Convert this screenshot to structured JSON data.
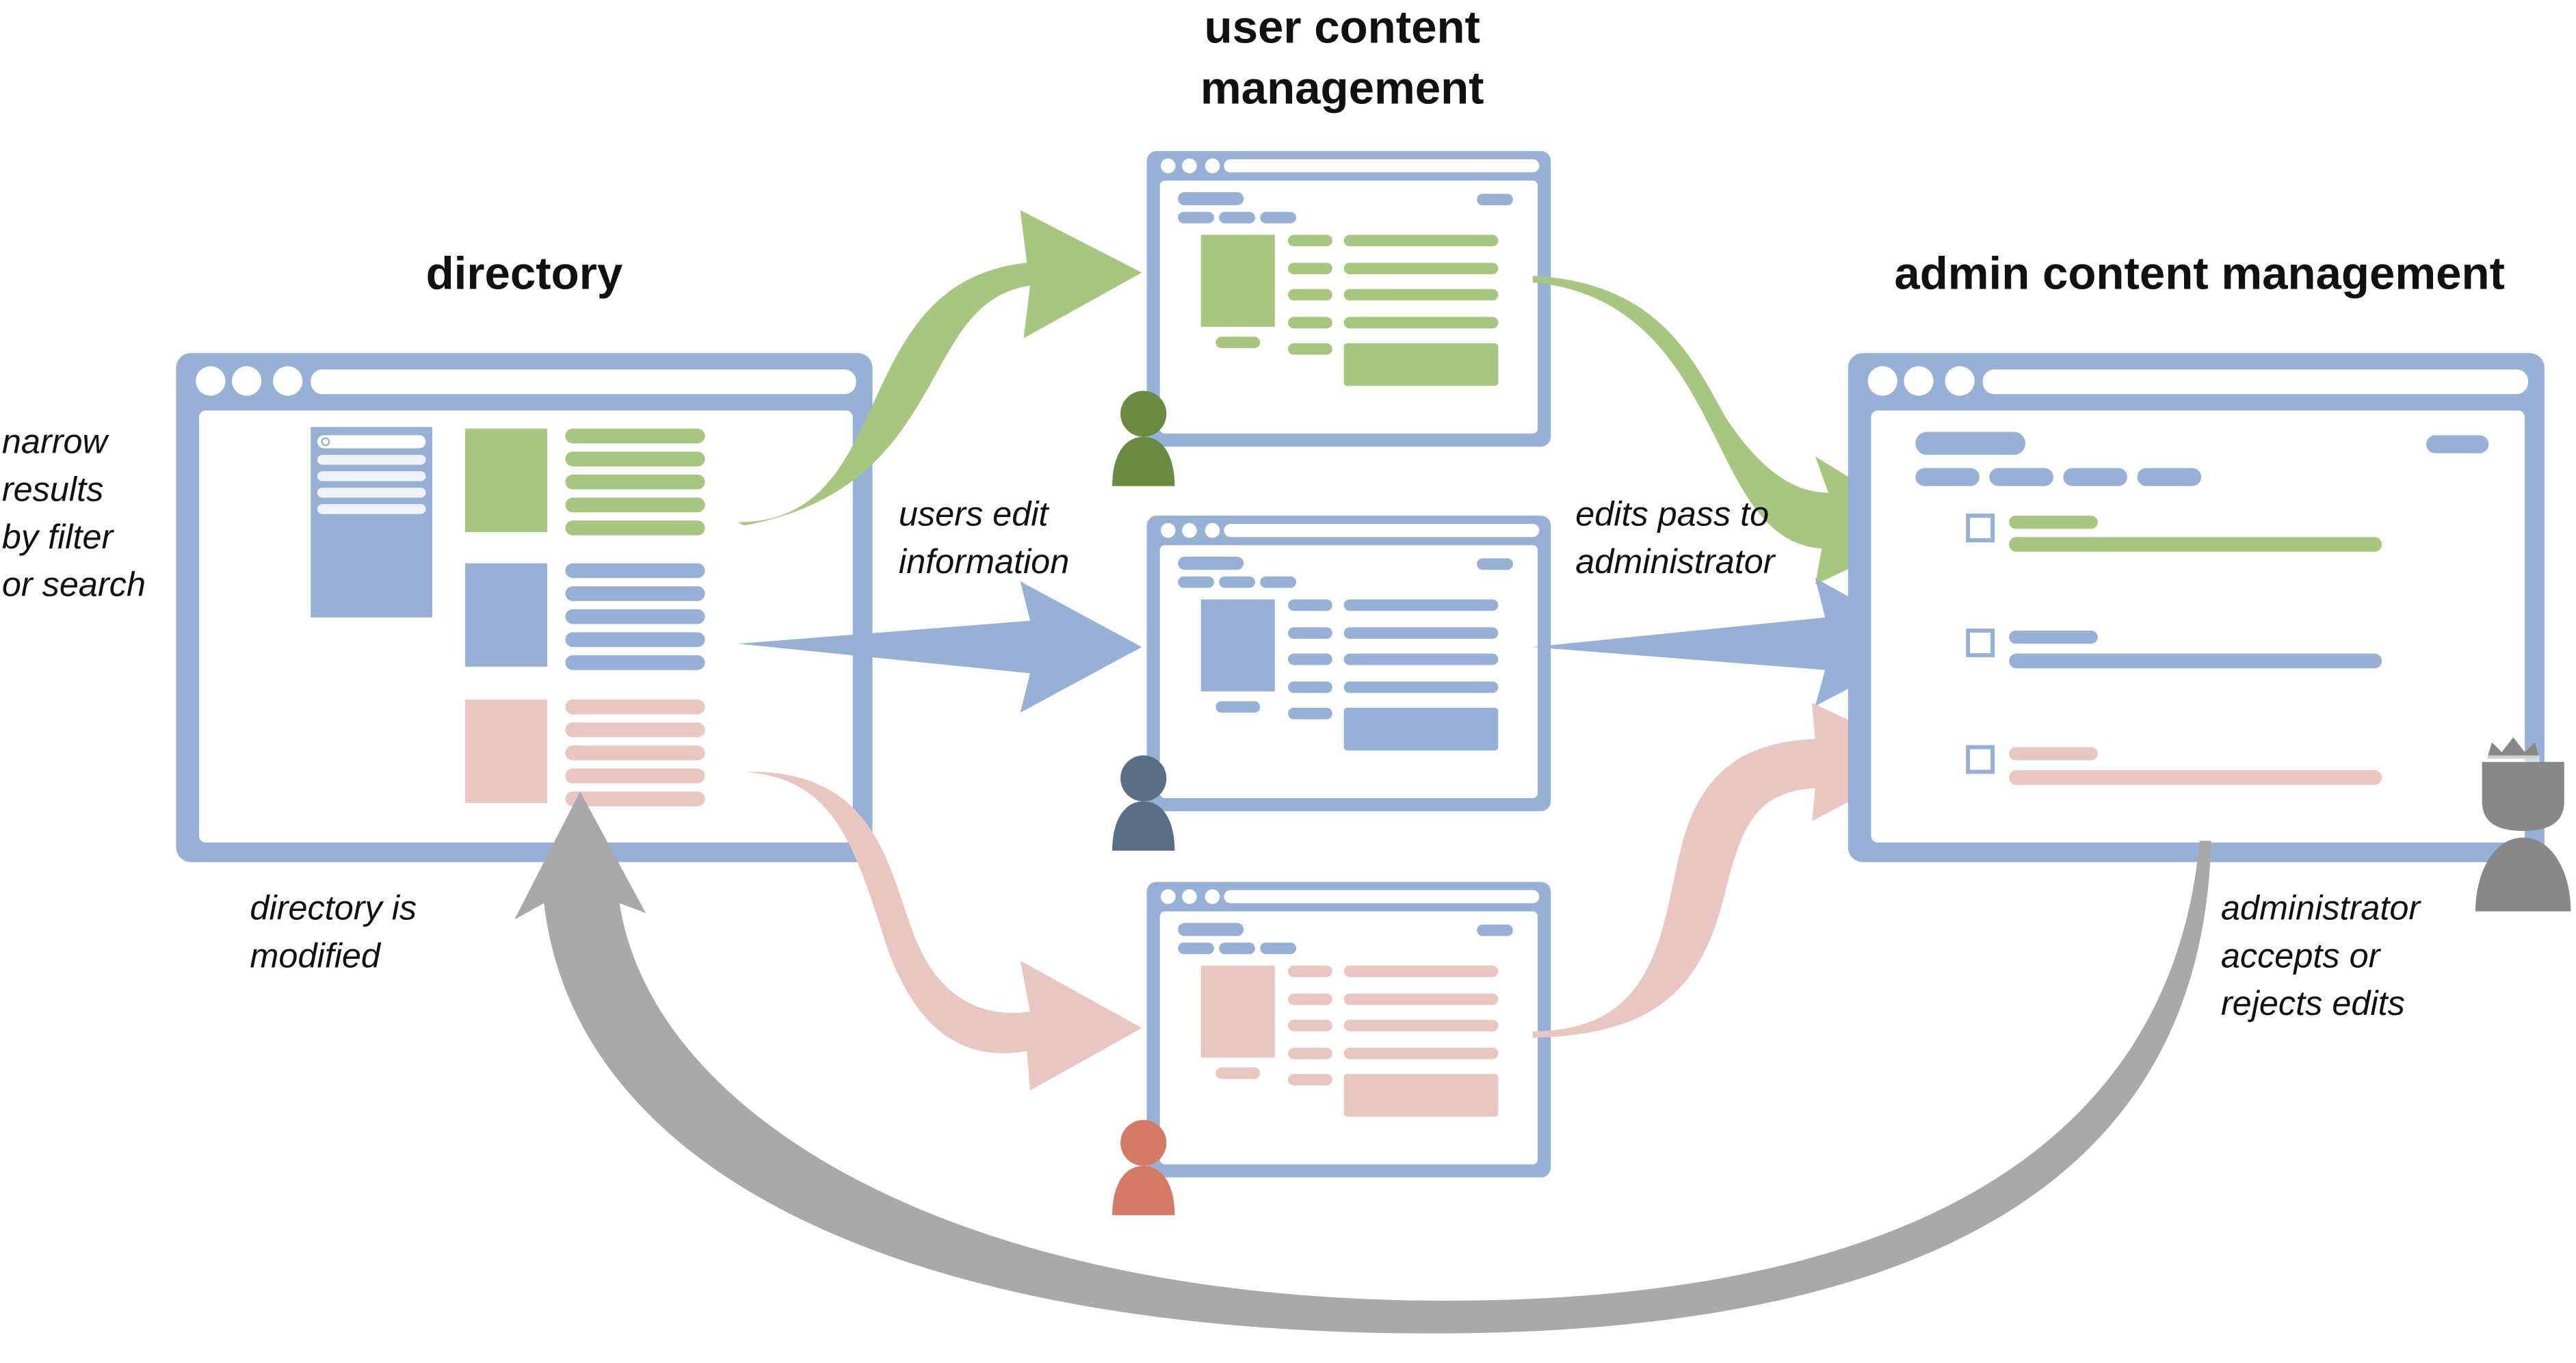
{
  "titles": {
    "directory": "directory",
    "user_line1": "user content",
    "user_line2": "management",
    "admin": "admin content management"
  },
  "notes": {
    "narrow": [
      "narrow",
      "results",
      "by filter",
      "or search"
    ],
    "users_edit": [
      "users edit",
      "information"
    ],
    "edits_pass": [
      "edits pass to",
      "administrator"
    ],
    "directory_modified": [
      "directory is",
      "modified"
    ],
    "admin_accepts": [
      "administrator",
      "accepts or",
      "rejects edits"
    ]
  },
  "colors": {
    "frame": "#97b1d6",
    "green": "#a7c67f",
    "blue": "#97b1d6",
    "pink": "#eac6c0",
    "gray_arrow": "#a9a9a9",
    "user_green": "#6a8a42",
    "user_blue": "#5b6e88",
    "user_red": "#d47a65",
    "admin_gray": "#888888"
  },
  "icons": {
    "user_green": "user-icon",
    "user_blue": "user-icon",
    "user_red": "user-icon",
    "admin": "crowned-user-icon",
    "search": "search-icon"
  }
}
